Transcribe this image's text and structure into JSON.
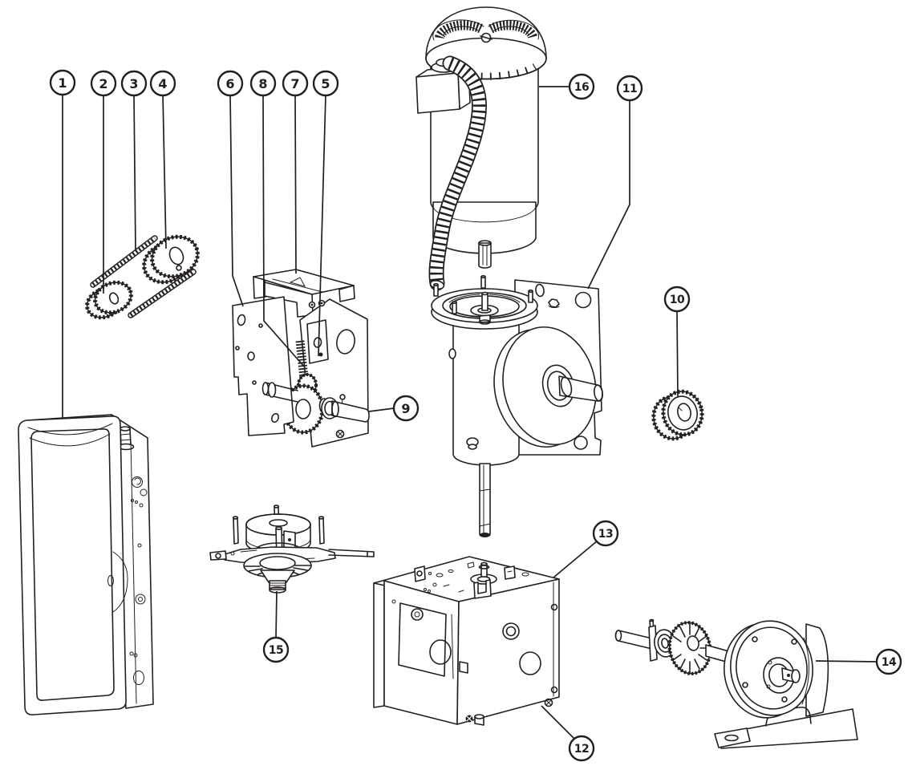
{
  "diagram": {
    "style": "exploded parts line drawing",
    "background_color": "#ffffff",
    "line_color": "#231f20",
    "callout_shape": "circle",
    "callouts": [
      {
        "label": "1"
      },
      {
        "label": "2"
      },
      {
        "label": "3"
      },
      {
        "label": "4"
      },
      {
        "label": "5"
      },
      {
        "label": "6"
      },
      {
        "label": "7"
      },
      {
        "label": "8"
      },
      {
        "label": "9"
      },
      {
        "label": "10"
      },
      {
        "label": "11"
      },
      {
        "label": "12"
      },
      {
        "label": "13"
      },
      {
        "label": "14"
      },
      {
        "label": "15"
      },
      {
        "label": "16"
      }
    ]
  }
}
